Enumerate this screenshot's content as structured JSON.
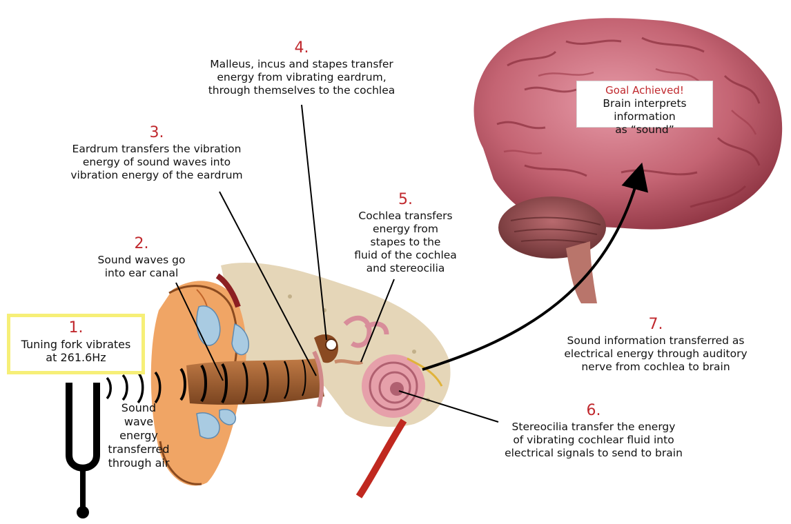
{
  "colors": {
    "step_number": "#c0282d",
    "highlight_box": "#f6ef77",
    "text": "#111111"
  },
  "steps": [
    {
      "num": "1.",
      "text_line1": "Tuning fork vibrates",
      "text_line2": "at 261.6Hz"
    },
    {
      "num": "2.",
      "text_line1": "Sound waves go",
      "text_line2": "into ear canal"
    },
    {
      "num": "3.",
      "text_line1": "Eardrum transfers the vibration",
      "text_line2": "energy of sound waves into",
      "text_line3": "vibration energy of the eardrum"
    },
    {
      "num": "4.",
      "text_line1": "Malleus, incus and stapes transfer",
      "text_line2": "energy from vibrating eardrum,",
      "text_line3": "through themselves to the cochlea"
    },
    {
      "num": "5.",
      "text_line1": "Cochlea transfers",
      "text_line2": "energy from",
      "text_line3": "stapes to the",
      "text_line4": "fluid of the cochlea",
      "text_line5": "and stereocilia"
    },
    {
      "num": "6.",
      "text_line1": "Stereocilia transfer the energy",
      "text_line2": "of vibrating cochlear fluid into",
      "text_line3": "electrical signals to send to brain"
    },
    {
      "num": "7.",
      "text_line1": "Sound information transferred as",
      "text_line2": "electrical energy through auditory",
      "text_line3": "nerve from cochlea to brain"
    }
  ],
  "goal": {
    "title": "Goal Achieved!",
    "line1": "Brain interprets information",
    "line2": "as “sound”"
  },
  "air_note": {
    "line1": "Sound",
    "line2": "wave",
    "line3": "energy",
    "line4": "transferred",
    "line5": "through air"
  }
}
